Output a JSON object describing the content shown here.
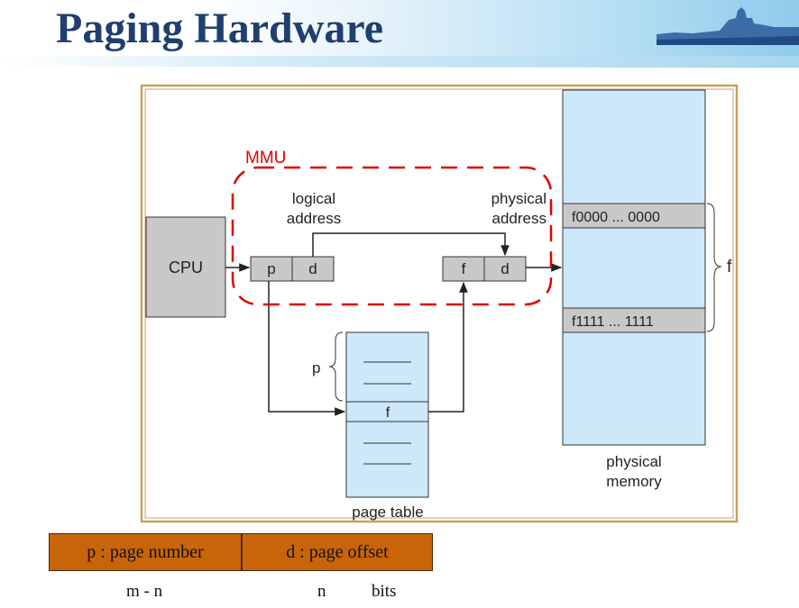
{
  "title": "Paging Hardware",
  "diagram": {
    "mmu_label": "MMU",
    "cpu_label": "CPU",
    "logical_address_label": [
      "logical",
      "address"
    ],
    "physical_address_label": [
      "physical",
      "address"
    ],
    "logical_fields": [
      "p",
      "d"
    ],
    "physical_fields": [
      "f",
      "d"
    ],
    "page_table_p_label": "p",
    "page_table_entry": "f",
    "page_table_label": "page table",
    "memory_frame_start": "f0000 ... 0000",
    "memory_frame_end": "f1111 ... 1111",
    "frame_brace_label": "f",
    "physical_memory_label": [
      "physical",
      "memory"
    ]
  },
  "address_format": {
    "fields": [
      {
        "label": "p : page number",
        "bits": "m - n"
      },
      {
        "label": "d : page offset",
        "bits": "n"
      }
    ],
    "unit": "bits"
  },
  "colors": {
    "title": "#1f3f6e",
    "mmu": "#e00000",
    "box_gray": "#c8c8c8",
    "memory_blue": "#cde8f8",
    "frame_border": "#c8a060",
    "field_orange": "#c8640a"
  }
}
